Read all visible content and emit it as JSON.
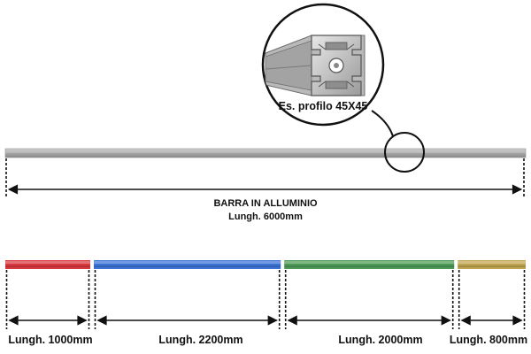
{
  "main_bar": {
    "title": "BARRA IN ALLUMINIO",
    "length_label": "Lungh. 6000mm",
    "color": "#a9a9a9"
  },
  "callout": {
    "label": "Es. profilo 45X45"
  },
  "segments": [
    {
      "label": "Lungh. 1000mm",
      "length_mm": 1000,
      "color": "#d8393f"
    },
    {
      "label": "Lungh. 2200mm",
      "length_mm": 2200,
      "color": "#3c73d4"
    },
    {
      "label": "Lungh. 2000mm",
      "length_mm": 2000,
      "color": "#4d9a57"
    },
    {
      "label": "Lungh. 800mm",
      "length_mm": 800,
      "color": "#bfa54f"
    }
  ]
}
